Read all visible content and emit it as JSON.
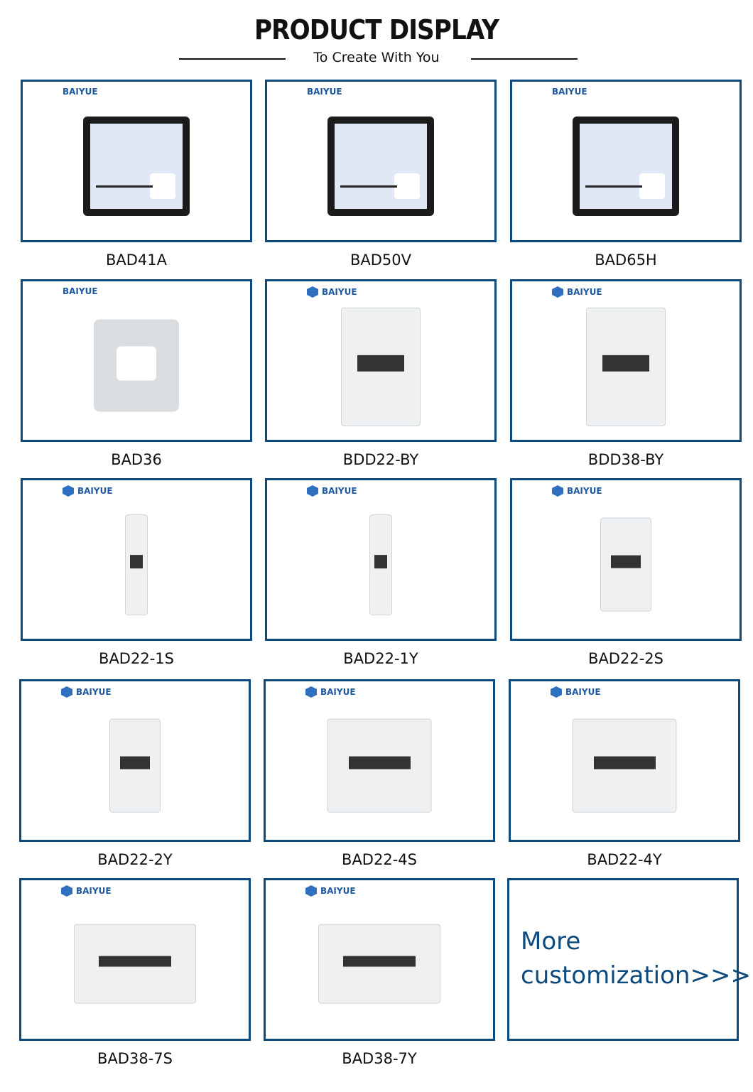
{
  "header": {
    "title": "PRODUCT DISPLAY",
    "subtitle": "To Create With You"
  },
  "brand": "BAIYUE",
  "colors": {
    "border": "#0d4a7e",
    "brand": "#1f5aa0"
  },
  "products": [
    {
      "name": "BAD41A",
      "device": "panel-meter"
    },
    {
      "name": "BAD50V",
      "device": "panel-meter"
    },
    {
      "name": "BAD65H",
      "device": "panel-meter"
    },
    {
      "name": "BAD36",
      "device": "current-transformer"
    },
    {
      "name": "BDD22-BY",
      "device": "prepaid-meter"
    },
    {
      "name": "BDD38-BY",
      "device": "prepaid-meter"
    },
    {
      "name": "BAD22-1S",
      "device": "din-meter-1p"
    },
    {
      "name": "BAD22-1Y",
      "device": "din-meter-1p"
    },
    {
      "name": "BAD22-2S",
      "device": "din-meter-2p"
    },
    {
      "name": "BAD22-2Y",
      "device": "din-meter-2p"
    },
    {
      "name": "BAD22-4S",
      "device": "din-meter-4p"
    },
    {
      "name": "BAD22-4Y",
      "device": "din-meter-4p"
    },
    {
      "name": "BAD38-7S",
      "device": "din-meter-7p"
    },
    {
      "name": "BAD38-7Y",
      "device": "din-meter-7p"
    }
  ],
  "more": {
    "line1": "More",
    "line2": "customization>>>"
  }
}
